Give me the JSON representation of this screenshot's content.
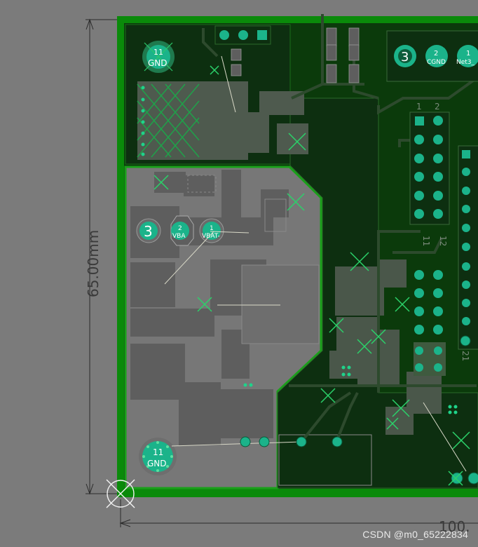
{
  "dimensions": {
    "vertical": "65.00mm",
    "horizontal": "100."
  },
  "pads": [
    {
      "id": "gnd-top",
      "number": "11",
      "net": "GND"
    },
    {
      "id": "vba",
      "number": "2",
      "net": "VBA"
    },
    {
      "id": "vbat",
      "number": "1",
      "net": "VBAT-"
    },
    {
      "id": "big-left",
      "number": "3"
    },
    {
      "id": "big-right",
      "number": "3"
    },
    {
      "id": "cgnd",
      "number": "2",
      "net": "CGND"
    },
    {
      "id": "net3",
      "number": "1",
      "net": "Net3_"
    },
    {
      "id": "gnd-bottom",
      "number": "11",
      "net": "GND"
    }
  ],
  "header_labels": {
    "col1": "1",
    "col2": "2",
    "row11": "11",
    "row12": "12",
    "right21": "21"
  },
  "colors": {
    "board_edge": "#0a8a0a",
    "board_fill": "#0c3a0c",
    "pour_gray": "#767676",
    "copper_gray": "#5e5e5e",
    "pad_teal": "#1bb38a",
    "via": "#1fd38a"
  },
  "watermark": "CSDN @m0_65222834",
  "icons": [
    "origin-crosshair-icon",
    "via-icon",
    "pad-icon"
  ]
}
